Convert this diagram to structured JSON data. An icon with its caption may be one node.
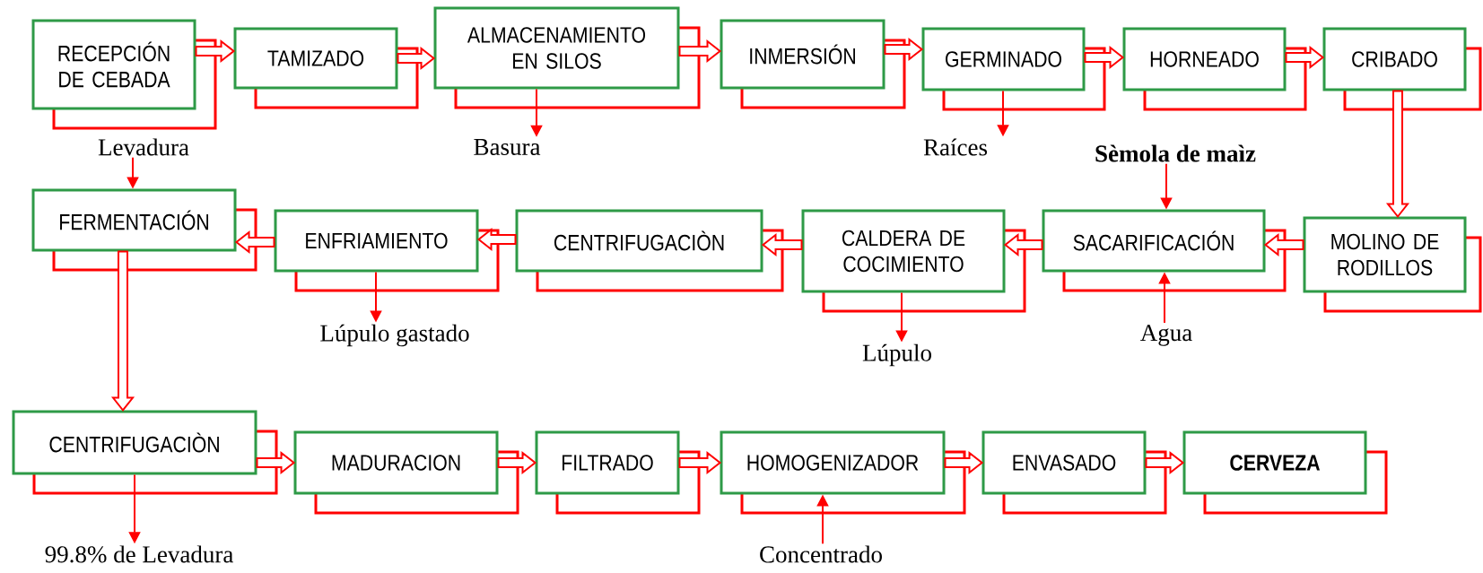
{
  "diagram": {
    "nodes": [
      {
        "text": [
          "RECEPCIÓN DE CEBADA"
        ]
      },
      {
        "text": [
          "TAMIZADO"
        ]
      },
      {
        "text": [
          "ALMACENAMIENTO EN SILOS"
        ]
      },
      {
        "text": [
          "INMERSIÓN"
        ]
      },
      {
        "text": [
          "GERMINADO"
        ]
      },
      {
        "text": [
          "HORNEADO"
        ]
      },
      {
        "text": [
          "CRIBADO"
        ]
      },
      {
        "text": [
          "MOLINO DE RODILLOS"
        ]
      },
      {
        "text": [
          "SACARIFICACIÓN"
        ]
      },
      {
        "text": [
          "CALDERA DE COCIMIENTO"
        ]
      },
      {
        "text": [
          "CENTRIFUGACIÒN"
        ]
      },
      {
        "text": [
          "ENFRIAMIENTO"
        ]
      },
      {
        "text": [
          "FERMENTACIÓN"
        ]
      },
      {
        "text": [
          "CENTRIFUGACIÒN"
        ]
      },
      {
        "text": [
          "MADURACION"
        ]
      },
      {
        "text": [
          "FILTRADO"
        ]
      },
      {
        "text": [
          "HOMOGENIZADOR"
        ]
      },
      {
        "text": [
          "ENVASADO"
        ]
      },
      {
        "text": [
          "CERVEZA"
        ]
      },
      {
        "text": [
          "Levadura"
        ]
      },
      {
        "text": [
          "Basura"
        ]
      },
      {
        "text": [
          "Raíces"
        ]
      },
      {
        "text": [
          "Sèmola de maìz"
        ]
      },
      {
        "text": [
          "Lúpulo gastado"
        ]
      },
      {
        "text": [
          "Lúpulo"
        ]
      },
      {
        "text": [
          "Agua"
        ]
      },
      {
        "text": [
          "99.8% de Levadura"
        ]
      },
      {
        "text": [
          "Concentrado"
        ]
      }
    ],
    "edges": [
      {
        "from": 0,
        "to": 1,
        "arrow": "to",
        "style": "thick"
      },
      {
        "from": 1,
        "to": 2,
        "arrow": "to",
        "style": "thick"
      },
      {
        "from": 2,
        "to": 3,
        "arrow": "to",
        "style": "thick"
      },
      {
        "from": 3,
        "to": 4,
        "arrow": "to",
        "style": "thick"
      },
      {
        "from": 4,
        "to": 5,
        "arrow": "to",
        "style": "thick"
      },
      {
        "from": 5,
        "to": 6,
        "arrow": "to",
        "style": "thick"
      },
      {
        "from": 6,
        "to": 7,
        "arrow": "to",
        "style": "thick"
      },
      {
        "from": 7,
        "to": 8,
        "arrow": "to",
        "style": "thick"
      },
      {
        "from": 8,
        "to": 9,
        "arrow": "to",
        "style": "thick"
      },
      {
        "from": 9,
        "to": 10,
        "arrow": "to",
        "style": "thick"
      },
      {
        "from": 10,
        "to": 11,
        "arrow": "to",
        "style": "thick"
      },
      {
        "from": 11,
        "to": 12,
        "arrow": "to",
        "style": "thick"
      },
      {
        "from": 12,
        "to": 13,
        "arrow": "to",
        "style": "thick"
      },
      {
        "from": 13,
        "to": 14,
        "arrow": "to",
        "style": "thick"
      },
      {
        "from": 14,
        "to": 15,
        "arrow": "to",
        "style": "thick"
      },
      {
        "from": 15,
        "to": 16,
        "arrow": "to",
        "style": "thick"
      },
      {
        "from": 16,
        "to": 17,
        "arrow": "to",
        "style": "thick"
      },
      {
        "from": 17,
        "to": 18,
        "arrow": "to",
        "style": "thick"
      },
      {
        "from": 19,
        "to": 12,
        "arrow": "to"
      },
      {
        "from": 2,
        "to": 20,
        "arrow": "to"
      },
      {
        "from": 4,
        "to": 21,
        "arrow": "to"
      },
      {
        "from": 22,
        "to": 8,
        "arrow": "to"
      },
      {
        "from": 11,
        "to": 23,
        "arrow": "to"
      },
      {
        "from": 9,
        "to": 24,
        "arrow": "to"
      },
      {
        "from": 25,
        "to": 8,
        "arrow": "to"
      },
      {
        "from": 13,
        "to": 26,
        "arrow": "to"
      },
      {
        "from": 27,
        "to": 16,
        "arrow": "to"
      }
    ]
  }
}
